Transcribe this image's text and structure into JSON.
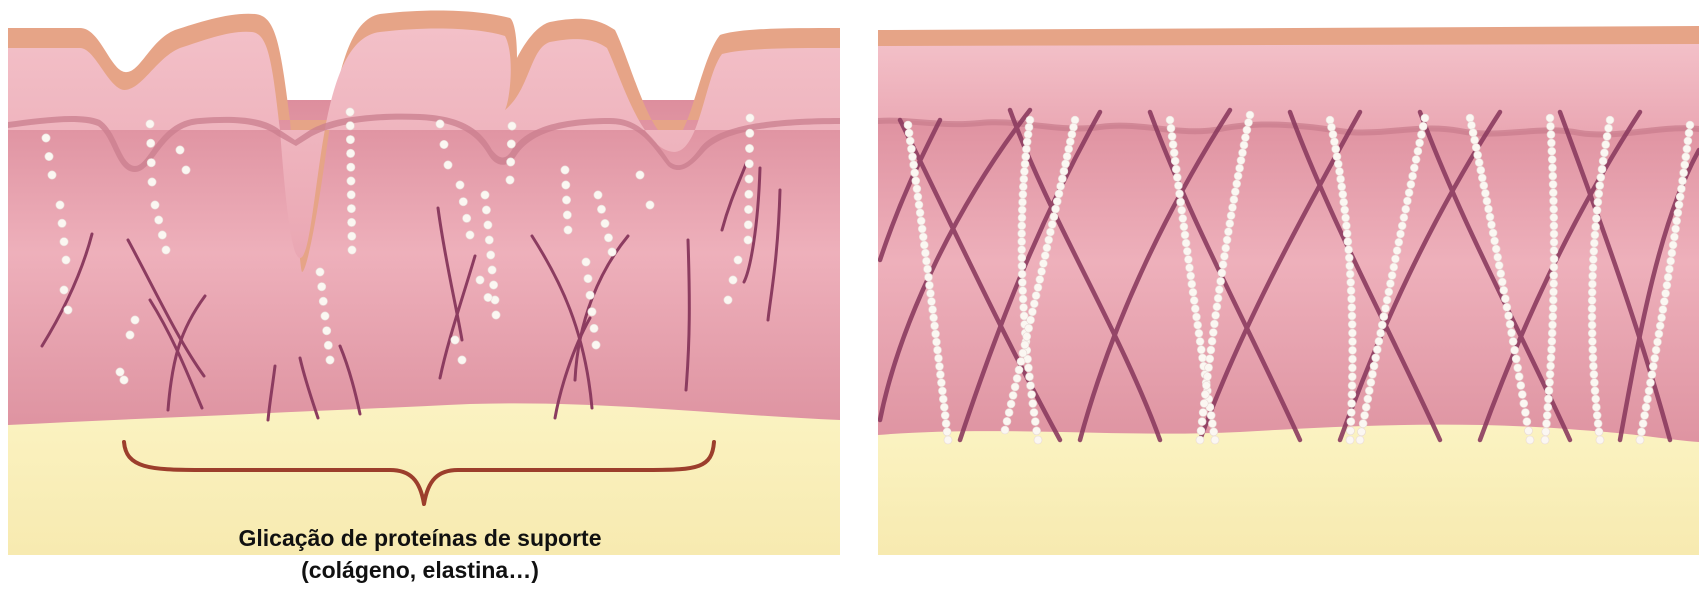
{
  "caption": {
    "line1": "Glicação de proteínas de suporte",
    "line2": "(colágeno, elastina…)"
  },
  "colors": {
    "background": "#ffffff",
    "epidermis_outer": "#e6a487",
    "epidermis": "#f0b5bf",
    "dermis": "#e59daa",
    "fat_layer": "#f9f0b8",
    "fiber": "#8c3c60",
    "elastin_bead": "#fbf7f2",
    "brace": "#9c3e2c",
    "caption_text": "#111111"
  },
  "panels": [
    {
      "name": "aged-skin",
      "condition": "glycated"
    },
    {
      "name": "young-skin",
      "condition": "healthy"
    }
  ]
}
